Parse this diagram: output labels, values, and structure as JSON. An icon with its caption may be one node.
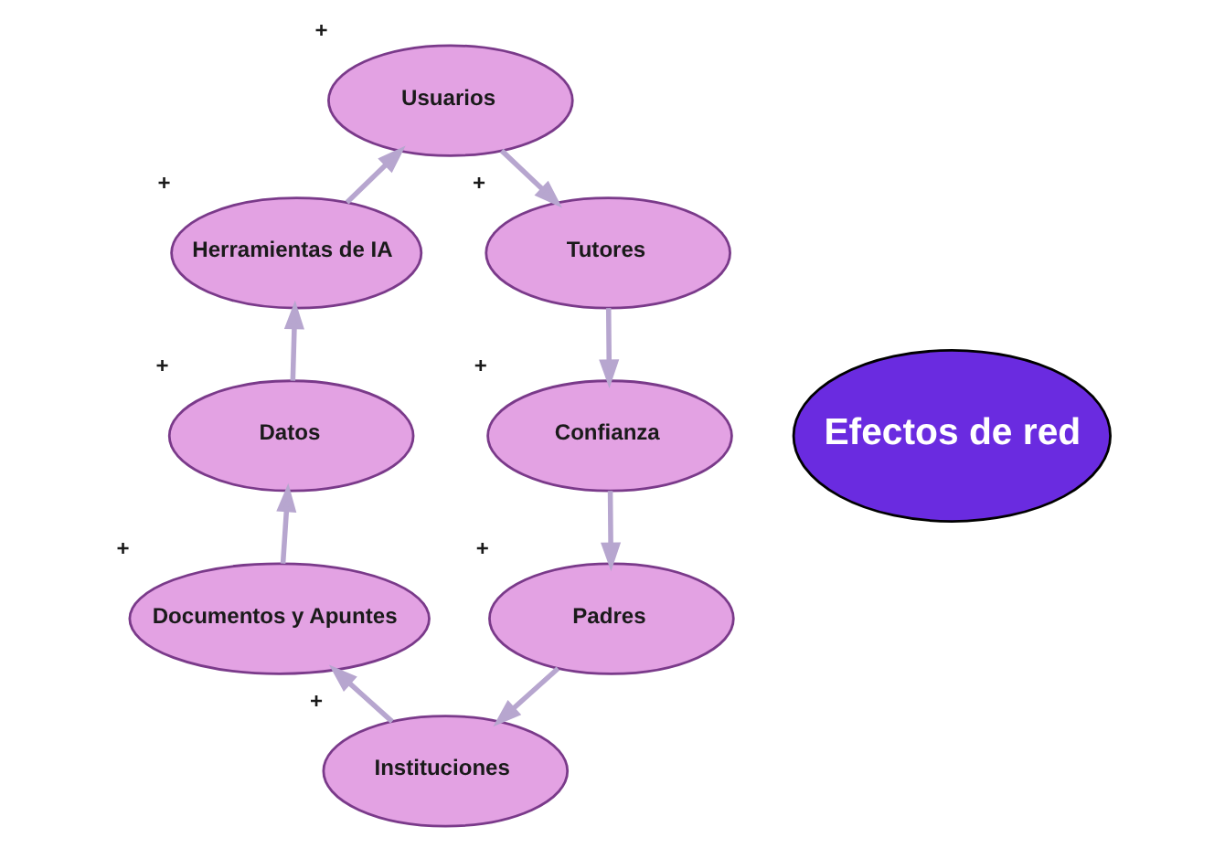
{
  "diagram": {
    "nodes": [
      {
        "text": [
          "Usuarios"
        ],
        "beside": [
          "+"
        ]
      },
      {
        "text": [
          "Herramientas de IA"
        ],
        "beside": [
          "+"
        ]
      },
      {
        "text": [
          "Tutores"
        ],
        "beside": [
          "+"
        ]
      },
      {
        "text": [
          "Datos"
        ],
        "beside": [
          "+"
        ]
      },
      {
        "text": [
          "Efectos de red"
        ]
      },
      {
        "text": [
          "Confianza"
        ],
        "beside": [
          "+"
        ]
      },
      {
        "text": [
          "Documentos y Apuntes"
        ],
        "beside": [
          "+"
        ]
      },
      {
        "text": [
          "Padres"
        ],
        "beside": [
          "+"
        ]
      },
      {
        "text": [
          "Instituciones"
        ],
        "beside": [
          "+"
        ]
      }
    ],
    "edges": [
      {
        "from": 0,
        "to": 2,
        "arrow": "to"
      },
      {
        "from": 2,
        "to": 5,
        "arrow": "to"
      },
      {
        "from": 5,
        "to": 7,
        "arrow": "to"
      },
      {
        "from": 7,
        "to": 8,
        "arrow": "to"
      },
      {
        "from": 8,
        "to": 6,
        "arrow": "to"
      },
      {
        "from": 6,
        "to": 3,
        "arrow": "to"
      },
      {
        "from": 3,
        "to": 1,
        "arrow": "to"
      },
      {
        "from": 1,
        "to": 0,
        "arrow": "to"
      }
    ]
  }
}
